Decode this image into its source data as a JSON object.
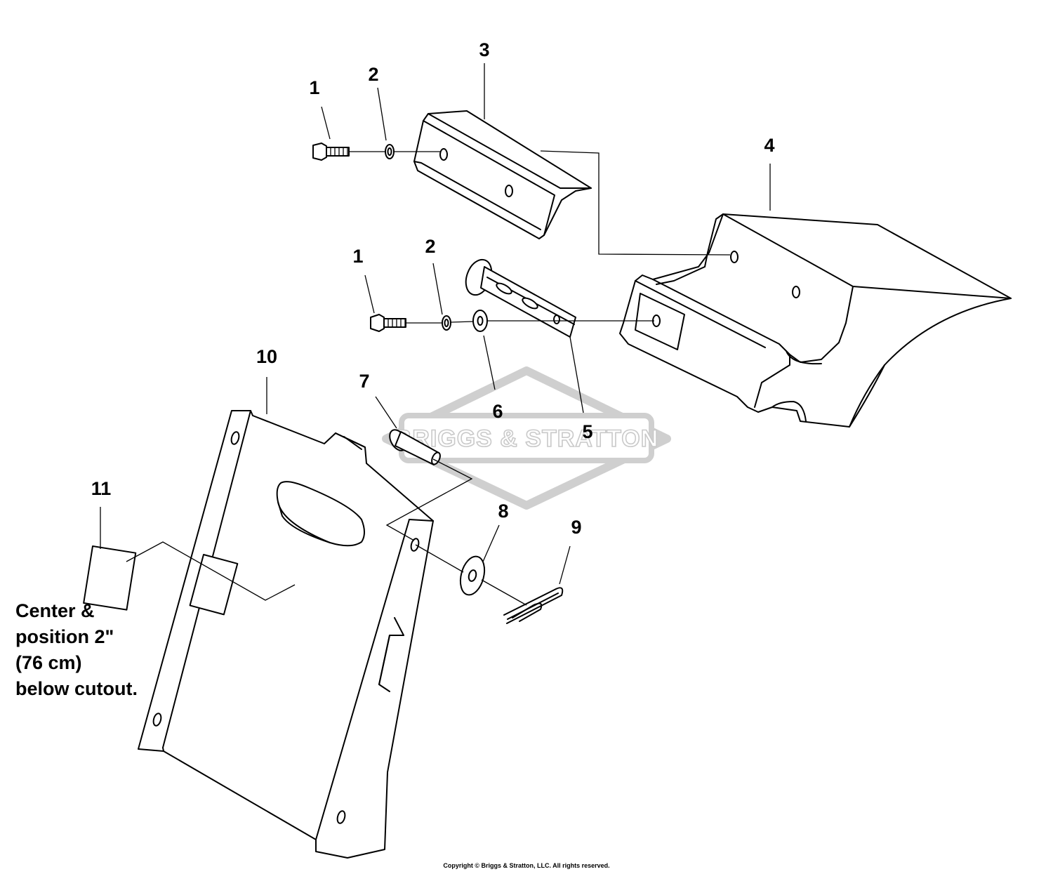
{
  "callouts": [
    {
      "id": "1a",
      "text": "1"
    },
    {
      "id": "2a",
      "text": "2"
    },
    {
      "id": "3",
      "text": "3"
    },
    {
      "id": "4",
      "text": "4"
    },
    {
      "id": "1b",
      "text": "1"
    },
    {
      "id": "2b",
      "text": "2"
    },
    {
      "id": "10",
      "text": "10"
    },
    {
      "id": "7",
      "text": "7"
    },
    {
      "id": "6",
      "text": "6"
    },
    {
      "id": "5",
      "text": "5"
    },
    {
      "id": "11",
      "text": "11"
    },
    {
      "id": "8",
      "text": "8"
    },
    {
      "id": "9",
      "text": "9"
    }
  ],
  "note": {
    "lines": [
      "Center &",
      "position 2\"",
      "(76 cm)",
      "below cutout."
    ]
  },
  "watermark": {
    "text": "BRIGGS & STRATTON",
    "color": "#c9c9c9"
  },
  "copyright": "Copyright © Briggs & Stratton, LLC. All rights reserved."
}
